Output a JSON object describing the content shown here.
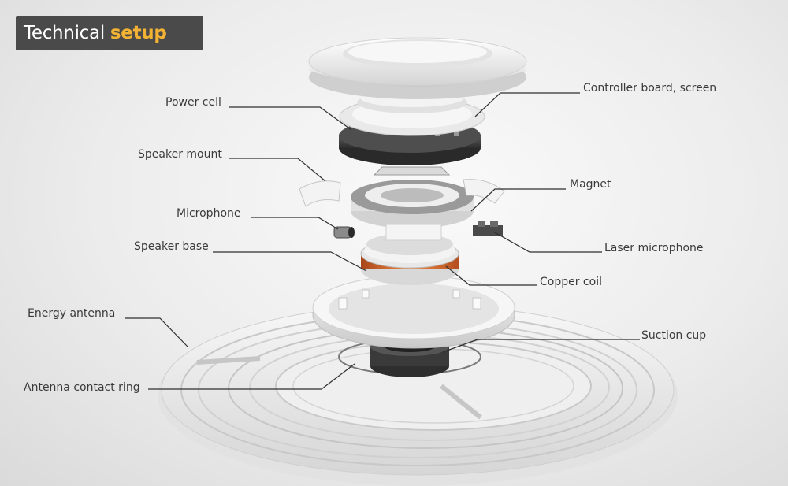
{
  "title": {
    "part1": "Technical",
    "part2": "setup"
  },
  "colors": {
    "title_bg": "#4a4a4a",
    "title_text": "#ffffff",
    "title_accent": "#f2b233",
    "label_text": "#3a3a3a",
    "leader_line": "#2f2f2f",
    "copper": "#d9652a"
  },
  "labels": {
    "power_cell": "Power cell",
    "controller_board": "Controller board, screen",
    "speaker_mount": "Speaker mount",
    "magnet": "Magnet",
    "microphone": "Microphone",
    "laser_microphone": "Laser microphone",
    "speaker_base": "Speaker base",
    "copper_coil": "Copper coil",
    "energy_antenna": "Energy antenna",
    "suction_cup": "Suction cup",
    "antenna_contact_ring": "Antenna contact ring"
  }
}
